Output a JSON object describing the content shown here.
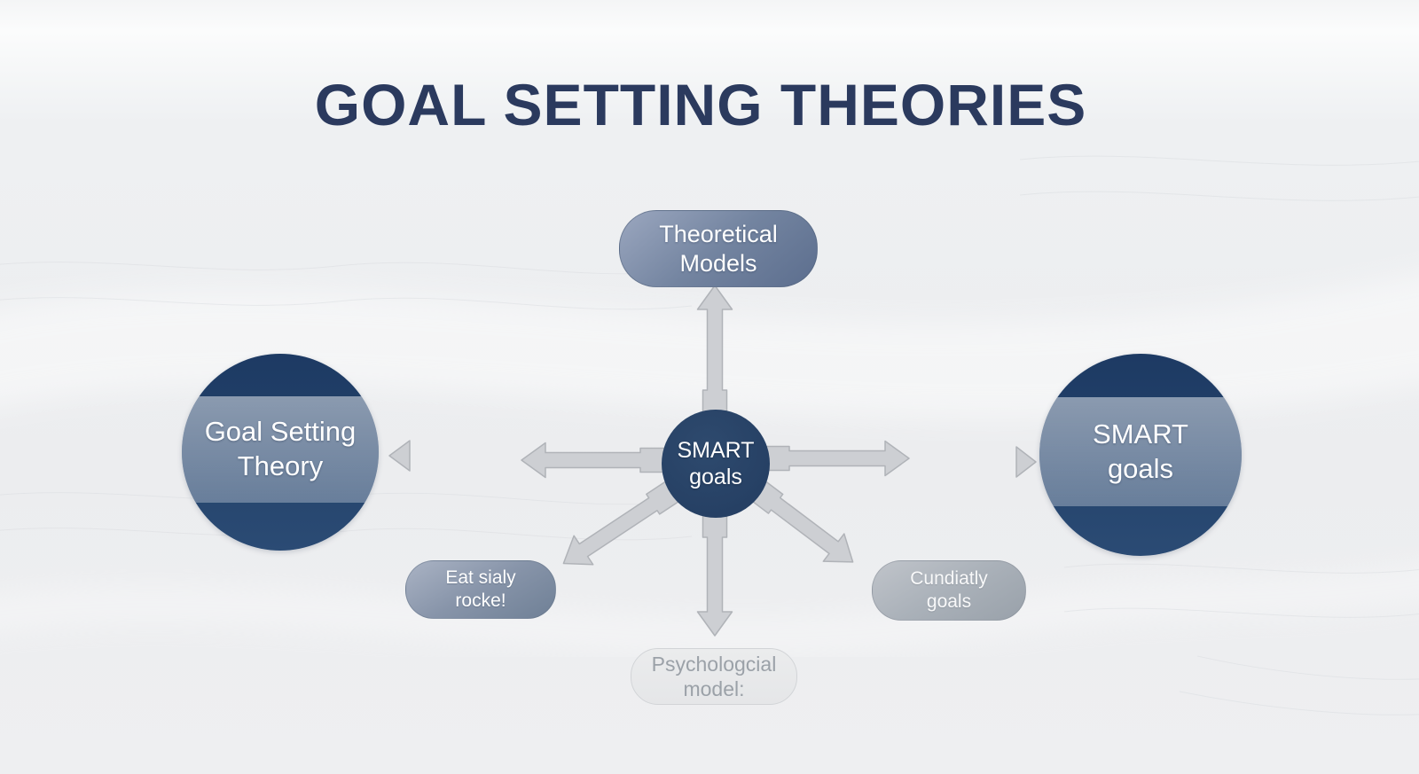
{
  "title": "GOAL SETTING THEORIES",
  "nodes": {
    "theoretical_models": {
      "line1": "Theoretical",
      "line2": "Models"
    },
    "goal_setting_theory": {
      "line1": "Goal Setting",
      "line2": "Theory"
    },
    "smart_goals_right": {
      "line1": "SMART",
      "line2": "goals"
    },
    "smart_goals_center": {
      "line1": "SMART",
      "line2": "goals"
    },
    "eat_sialy_rocke": {
      "line1": "Eat sialy",
      "line2": "rocke!"
    },
    "cundiatly_goals": {
      "line1": "Cundiatly",
      "line2": "goals"
    },
    "psychological_model": {
      "line1": "Psychologcial",
      "line2": "model:"
    }
  },
  "colors": {
    "title_text": "#2b3a5e",
    "circle_navy_dark": "#1d3a63",
    "circle_navy_light": "#2b4b74",
    "circle_band": "#8696ad",
    "pill_slate_light": "#9ba7bf",
    "pill_slate_dark": "#5c6e8e",
    "pill_gray_light": "#c0c4ca",
    "pill_gray_dark": "#99a1aa",
    "pill_pale": "#e9eaec",
    "pill_pale_text": "#9ba1a8",
    "arrow_fill": "#cdcfd3",
    "arrow_stroke": "#b0b3b8",
    "background": "#edeff1"
  }
}
